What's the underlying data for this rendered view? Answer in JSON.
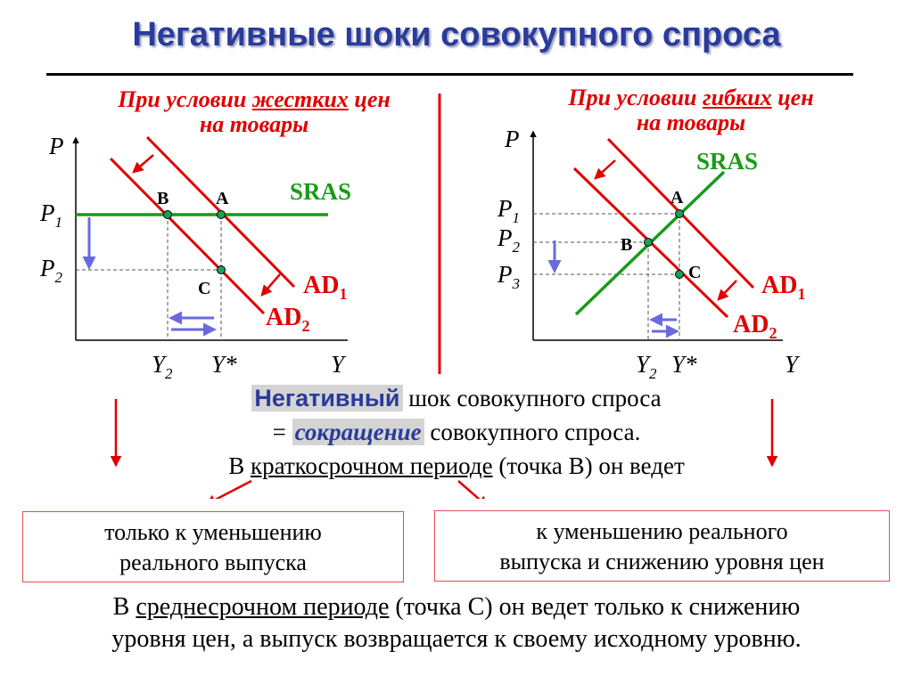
{
  "title": "Негативные шоки совокупного спроса",
  "left": {
    "cond_pre": "При условии ",
    "cond_word": "жестких",
    "cond_post": " цен",
    "cond_line2": "на товары",
    "labels": {
      "P": "P",
      "P1": "P",
      "P1_sub": "1",
      "P2": "P",
      "P2_sub": "2",
      "Y": "Y",
      "Y2": "Y",
      "Y2_sub": "2",
      "Ystar": "Y*",
      "SRAS": "SRAS",
      "AD1": "AD",
      "AD1_sub": "1",
      "AD2": "AD",
      "AD2_sub": "2",
      "A": "A",
      "B": "B",
      "C": "C"
    }
  },
  "right": {
    "cond_pre": "При условии ",
    "cond_word": "гибких",
    "cond_post": " цен",
    "cond_line2": "на товары",
    "labels": {
      "P": "P",
      "P1": "P",
      "P1_sub": "1",
      "P2": "P",
      "P2_sub": "2",
      "P3": "P",
      "P3_sub": "3",
      "Y": "Y",
      "Y2": "Y",
      "Y2_sub": "2",
      "Ystar": "Y*",
      "SRAS": "SRAS",
      "AD1": "AD",
      "AD1_sub": "1",
      "AD2": "AD",
      "AD2_sub": "2",
      "A": "A",
      "B": "B",
      "C": "C"
    }
  },
  "mid": {
    "line1_hl": "Негативный",
    "line1_rest": " шок совокупного спроса",
    "line2_pre": "= ",
    "line2_hl": "сокращение",
    "line2_rest": " совокупного спроса.",
    "line3_pre": "В ",
    "line3_u": "краткосрочном периоде",
    "line3_rest": " (точка В) он ведет"
  },
  "box_left": {
    "line1": "только к уменьшению",
    "line2": "реального выпуска"
  },
  "box_right": {
    "line1": "к уменьшению реального",
    "line2": "выпуска и снижению уровня цен"
  },
  "bottom": {
    "pre": "В ",
    "u": "среднесрочном периоде",
    "rest1": " (точка С) он ведет только к снижению",
    "line2": "уровня цен, а выпуск возвращается к своему исходному уровню."
  },
  "colors": {
    "title": "#2a3b9c",
    "ad": "#e00000",
    "sras": "#1a9a1a",
    "arrow": "#6a6ae0",
    "point": "#1aa05a"
  }
}
